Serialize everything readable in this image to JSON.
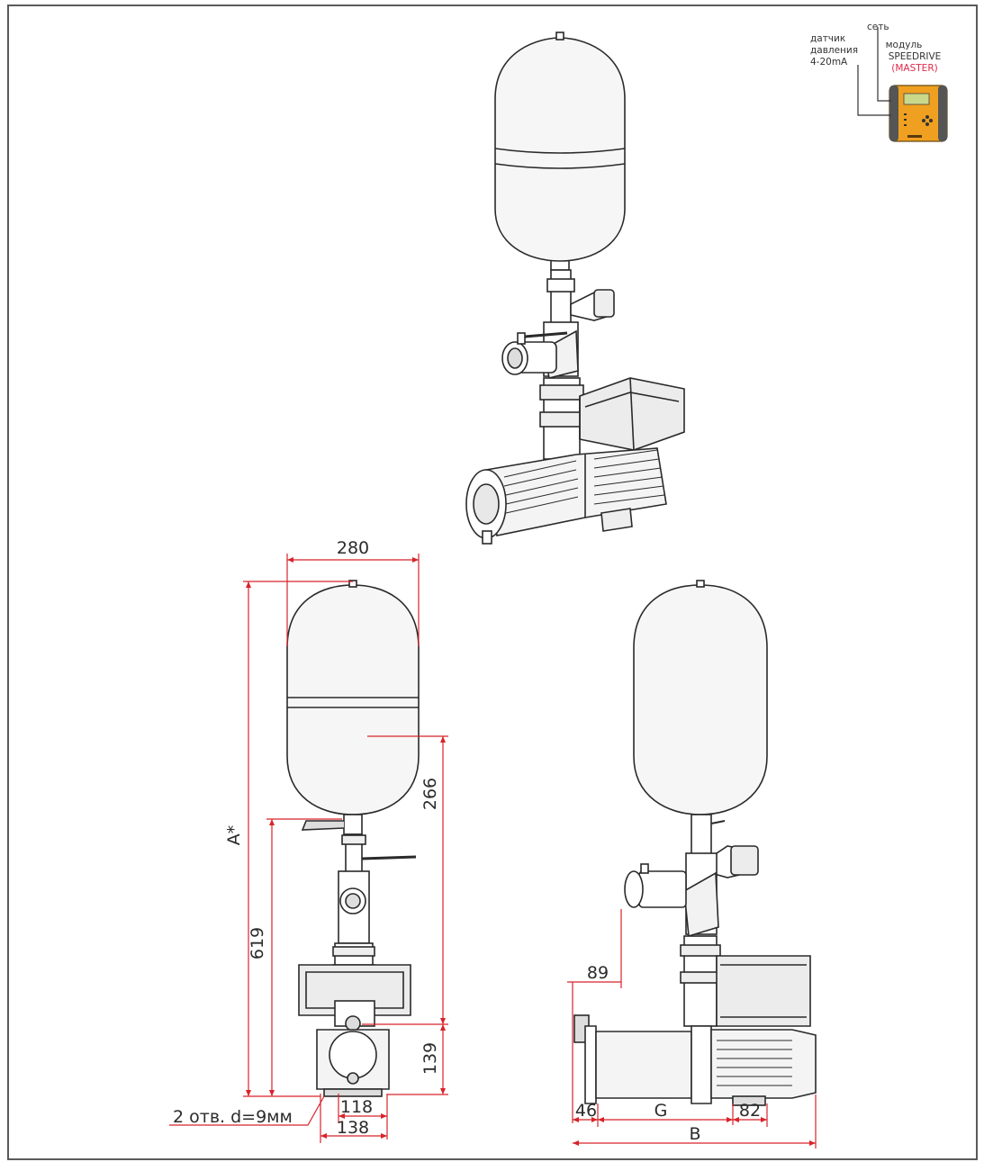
{
  "module_panel": {
    "label_network": "сеть",
    "label_module_line1": "модуль",
    "label_module_line2": "SPEEDRIVE",
    "label_module_line3": "(MASTER)",
    "label_sensor_line1": "датчик",
    "label_sensor_line2": "давления",
    "label_sensor_line3": "4-20mA"
  },
  "front_view": {
    "dim_width": "280",
    "dim_height_total": "A*",
    "dim_height_619": "619",
    "dim_height_266": "266",
    "dim_height_139": "139",
    "dim_base_inner": "118",
    "dim_base_outer": "138",
    "holes_note": "2 отв. d=9мм"
  },
  "side_view": {
    "dim_89": "89",
    "dim_46": "46",
    "dim_G": "G",
    "dim_82": "82",
    "dim_B": "B"
  },
  "colors": {
    "dimension_line": "#d8232a",
    "drawing_line": "#2a2a2a",
    "module_body": "#f0a020",
    "master_text": "#e0294a"
  }
}
